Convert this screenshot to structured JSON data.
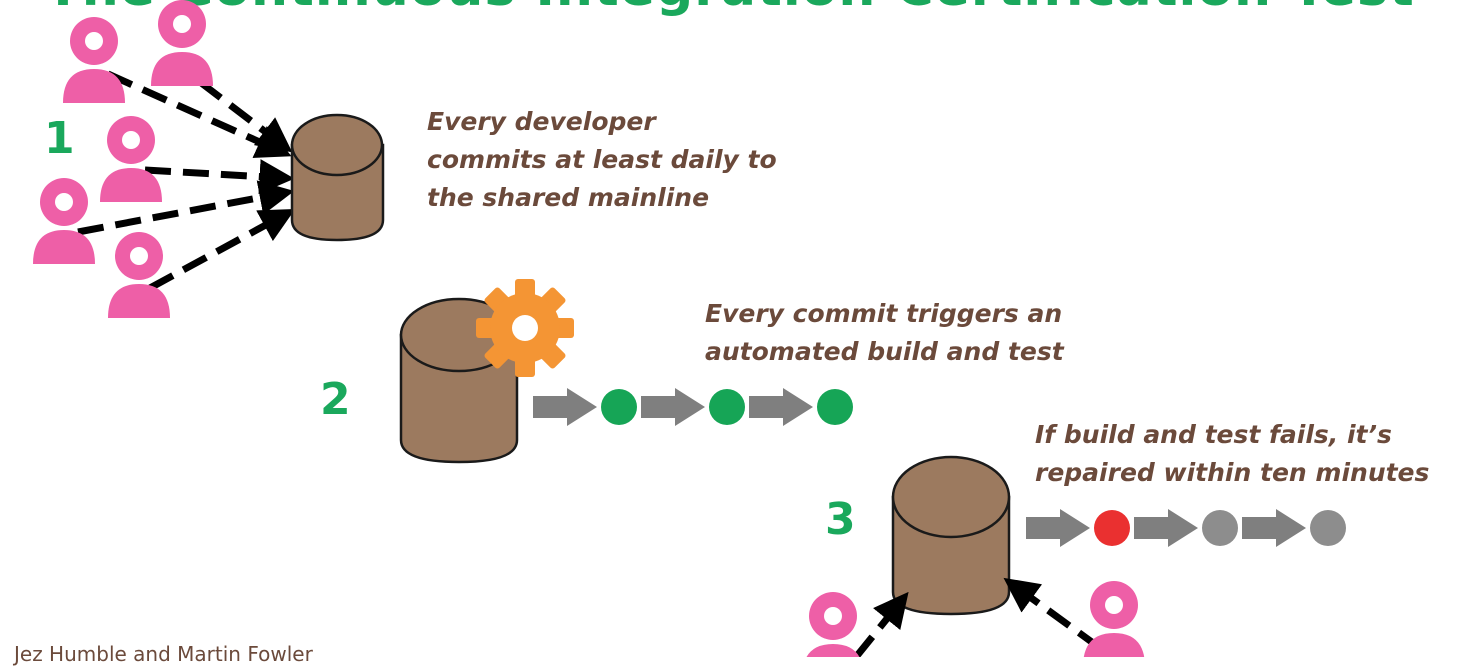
{
  "title": "The Continuous Integration Certification Test",
  "steps": [
    {
      "number": "1",
      "caption_lines": [
        "Every developer",
        "commits at least daily to",
        "the shared mainline"
      ]
    },
    {
      "number": "2",
      "caption_lines": [
        "Every commit triggers an",
        "automated build and test"
      ]
    },
    {
      "number": "3",
      "caption_lines": [
        "If build and test fails, it’s",
        "repaired within ten minutes"
      ]
    }
  ],
  "credit": "Jez Humble and Martin Fowler",
  "icons": {
    "developer": "person-icon",
    "repository": "repository-icon",
    "build": "gear-icon",
    "pipeline_arrow": "arrow-right-icon",
    "stage": "status-dot-icon"
  },
  "colors": {
    "accent": "#1aa85c",
    "person": "#ee5fa7",
    "repo": "#9c7a5f",
    "gear": "#f49534",
    "text": "#6b4a3b",
    "arrow": "#7f7f7f",
    "pass": "#16a556",
    "fail": "#ea3030",
    "pending": "#8d8d8d"
  },
  "pipelines": [
    {
      "step": "2",
      "stages": [
        "pass",
        "pass",
        "pass"
      ]
    },
    {
      "step": "3",
      "stages": [
        "fail",
        "pending",
        "pending"
      ]
    }
  ]
}
